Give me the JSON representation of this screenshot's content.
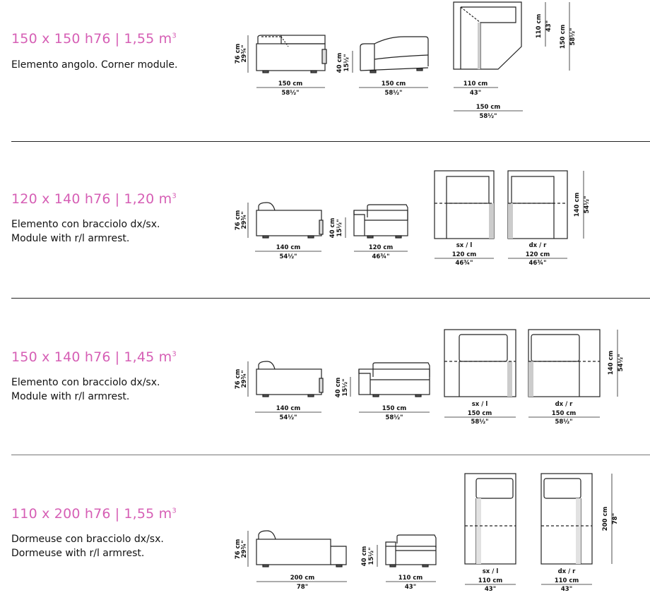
{
  "sections": [
    {
      "title": {
        "dims": "150 x 150 h76",
        "volume": "1,55 m",
        "unit_sup": "3"
      },
      "desc": [
        "Elemento angolo. Corner module."
      ],
      "side": {
        "w_cm": "150 cm",
        "w_in": "58½\"",
        "h_cm": "76 cm",
        "h_in": "29¾\""
      },
      "front": {
        "w_cm": "150 cm",
        "w_in": "58½\"",
        "h_cm": "40 cm",
        "h_in": "15½\""
      },
      "plan": {
        "w1_cm": "110 cm",
        "w1_in": "43\"",
        "w2_cm": "150 cm",
        "w2_in": "58½\"",
        "d1_cm": "110 cm",
        "d1_in": "43\"",
        "d2_cm": "150 cm",
        "d2_in": "58½\""
      }
    },
    {
      "title": {
        "dims": "120 x 140 h76",
        "volume": "1,20 m",
        "unit_sup": "3"
      },
      "desc": [
        "Elemento con bracciolo dx/sx.",
        "Module with r/l armrest."
      ],
      "side": {
        "w_cm": "140 cm",
        "w_in": "54½\"",
        "h_cm": "76 cm",
        "h_in": "29¾\""
      },
      "front": {
        "w_cm": "120 cm",
        "w_in": "46¾\"",
        "h_cm": "40 cm",
        "h_in": "15½\""
      },
      "plan": {
        "left_label": "sx / l",
        "right_label": "dx / r",
        "w_cm": "120 cm",
        "w_in": "46¾\"",
        "d_cm": "140 cm",
        "d_in": "54½\""
      }
    },
    {
      "title": {
        "dims": "150 x 140 h76",
        "volume": "1,45 m",
        "unit_sup": "3"
      },
      "desc": [
        "Elemento con bracciolo dx/sx.",
        "Module with r/l armrest."
      ],
      "side": {
        "w_cm": "140 cm",
        "w_in": "54½\"",
        "h_cm": "76 cm",
        "h_in": "29¾\""
      },
      "front": {
        "w_cm": "150 cm",
        "w_in": "58½\"",
        "h_cm": "40 cm",
        "h_in": "15½\""
      },
      "plan": {
        "left_label": "sx / l",
        "right_label": "dx / r",
        "w_cm": "150 cm",
        "w_in": "58½\"",
        "d_cm": "140 cm",
        "d_in": "54½\""
      }
    },
    {
      "title": {
        "dims": "110 x 200 h76",
        "volume": "1,55 m",
        "unit_sup": "3"
      },
      "desc": [
        "Dormeuse con bracciolo dx/sx.",
        "Dormeuse with r/l armrest."
      ],
      "side": {
        "w_cm": "200 cm",
        "w_in": "78\"",
        "h_cm": "76 cm",
        "h_in": "29¾\""
      },
      "front": {
        "w_cm": "110 cm",
        "w_in": "43\"",
        "h_cm": "40 cm",
        "h_in": "15½\""
      },
      "plan": {
        "left_label": "sx / l",
        "right_label": "dx / r",
        "w_cm": "110 cm",
        "w_in": "43\"",
        "d_cm": "200 cm",
        "d_in": "78\""
      }
    }
  ]
}
